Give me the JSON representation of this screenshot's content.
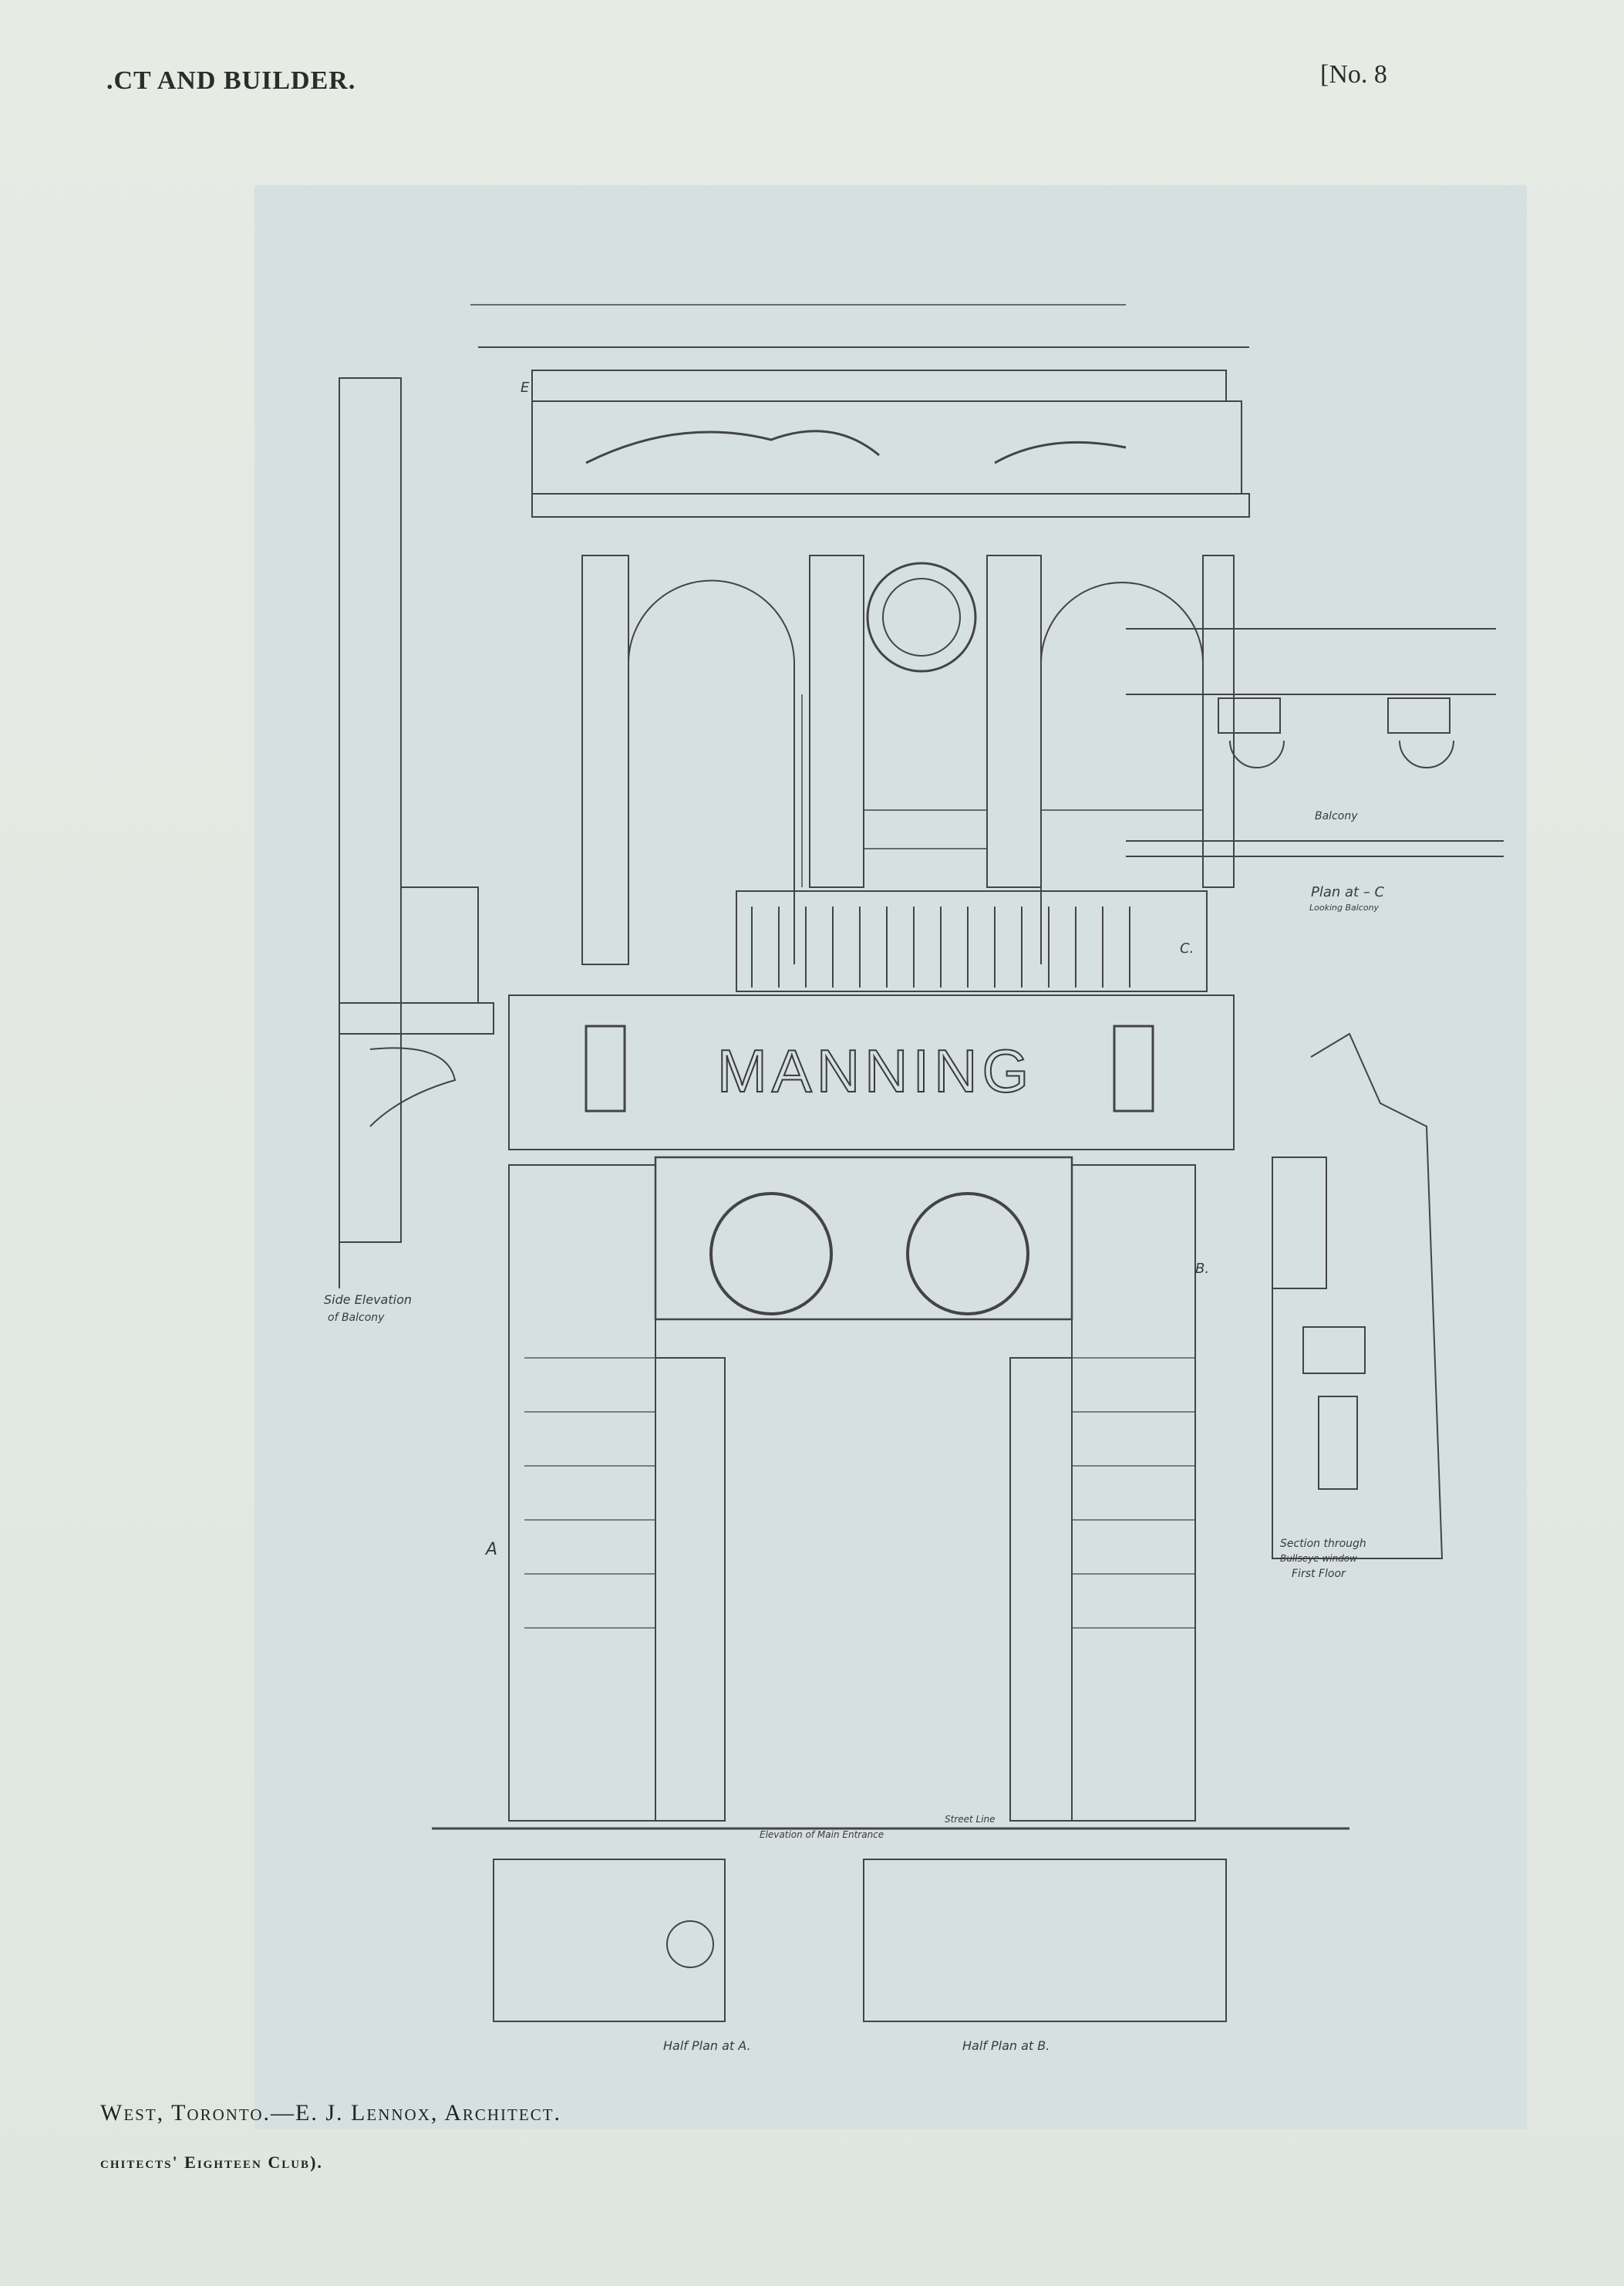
{
  "header": {
    "left": ".CT AND BUILDER.",
    "right": "[No. 8"
  },
  "drawing": {
    "signage": "MANNING",
    "labels": {
      "side_elevation": "Side Elevation",
      "side_elevation_sub": "of Balcony",
      "balcony": "Balcony",
      "plan_at_c": "Plan at – C",
      "plan_at_c_sub": "Looking Balcony",
      "section_through": "Section through",
      "section_through_2": "Bullseye window",
      "section_through_3": "First Floor",
      "elevation_main": "Elevation of Main Entrance",
      "street_line": "Street Line",
      "half_plan_a": "Half Plan at A.",
      "half_plan_b": "Half Plan at B.",
      "marker_a": "A",
      "marker_b": "B.",
      "marker_c": "C.",
      "marker_e": "E"
    }
  },
  "caption": {
    "line1": "West, Toronto.—E. J. Lennox, Architect.",
    "line2": "chitects' Eighteen Club)."
  },
  "colors": {
    "paper": "#e4e9e2",
    "plate": "#d6e0e0",
    "ink": "#3a3a3a"
  }
}
